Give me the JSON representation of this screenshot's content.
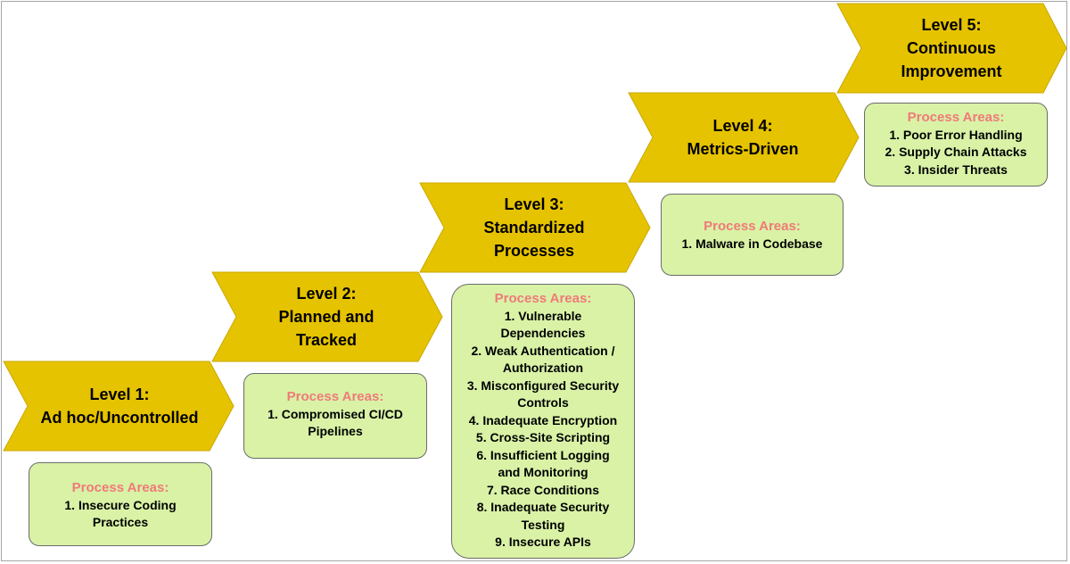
{
  "levels": [
    {
      "line1": "Level 1:",
      "line2": "Ad hoc/Uncontrolled",
      "line3": ""
    },
    {
      "line1": "Level 2:",
      "line2": "Planned and",
      "line3": "Tracked"
    },
    {
      "line1": "Level 3:",
      "line2": "Standardized",
      "line3": "Processes"
    },
    {
      "line1": "Level 4:",
      "line2": "Metrics-Driven",
      "line3": ""
    },
    {
      "line1": "Level 5:",
      "line2": "Continuous",
      "line3": "Improvement"
    }
  ],
  "process_heading": "Process Areas:",
  "boxes": [
    {
      "items": [
        "1. Insecure Coding",
        "Practices"
      ]
    },
    {
      "items": [
        "1. Compromised CI/CD",
        "Pipelines"
      ]
    },
    {
      "items": [
        "1. Vulnerable",
        "Dependencies",
        "2. Weak Authentication /",
        "Authorization",
        "3. Misconfigured Security",
        "Controls",
        "4. Inadequate Encryption",
        "5. Cross-Site Scripting",
        "6. Insufficient Logging",
        "and Monitoring",
        "7. Race Conditions",
        "8. Inadequate Security",
        "Testing",
        "9. Insecure APIs"
      ]
    },
    {
      "items": [
        "1. Malware in Codebase"
      ]
    },
    {
      "items": [
        "1. Poor Error Handling",
        "2. Supply Chain Attacks",
        "3. Insider Threats"
      ]
    }
  ],
  "colors": {
    "chevron": "#e6c300",
    "box_fill": "#d9f2a6",
    "heading": "#f07a7a"
  }
}
